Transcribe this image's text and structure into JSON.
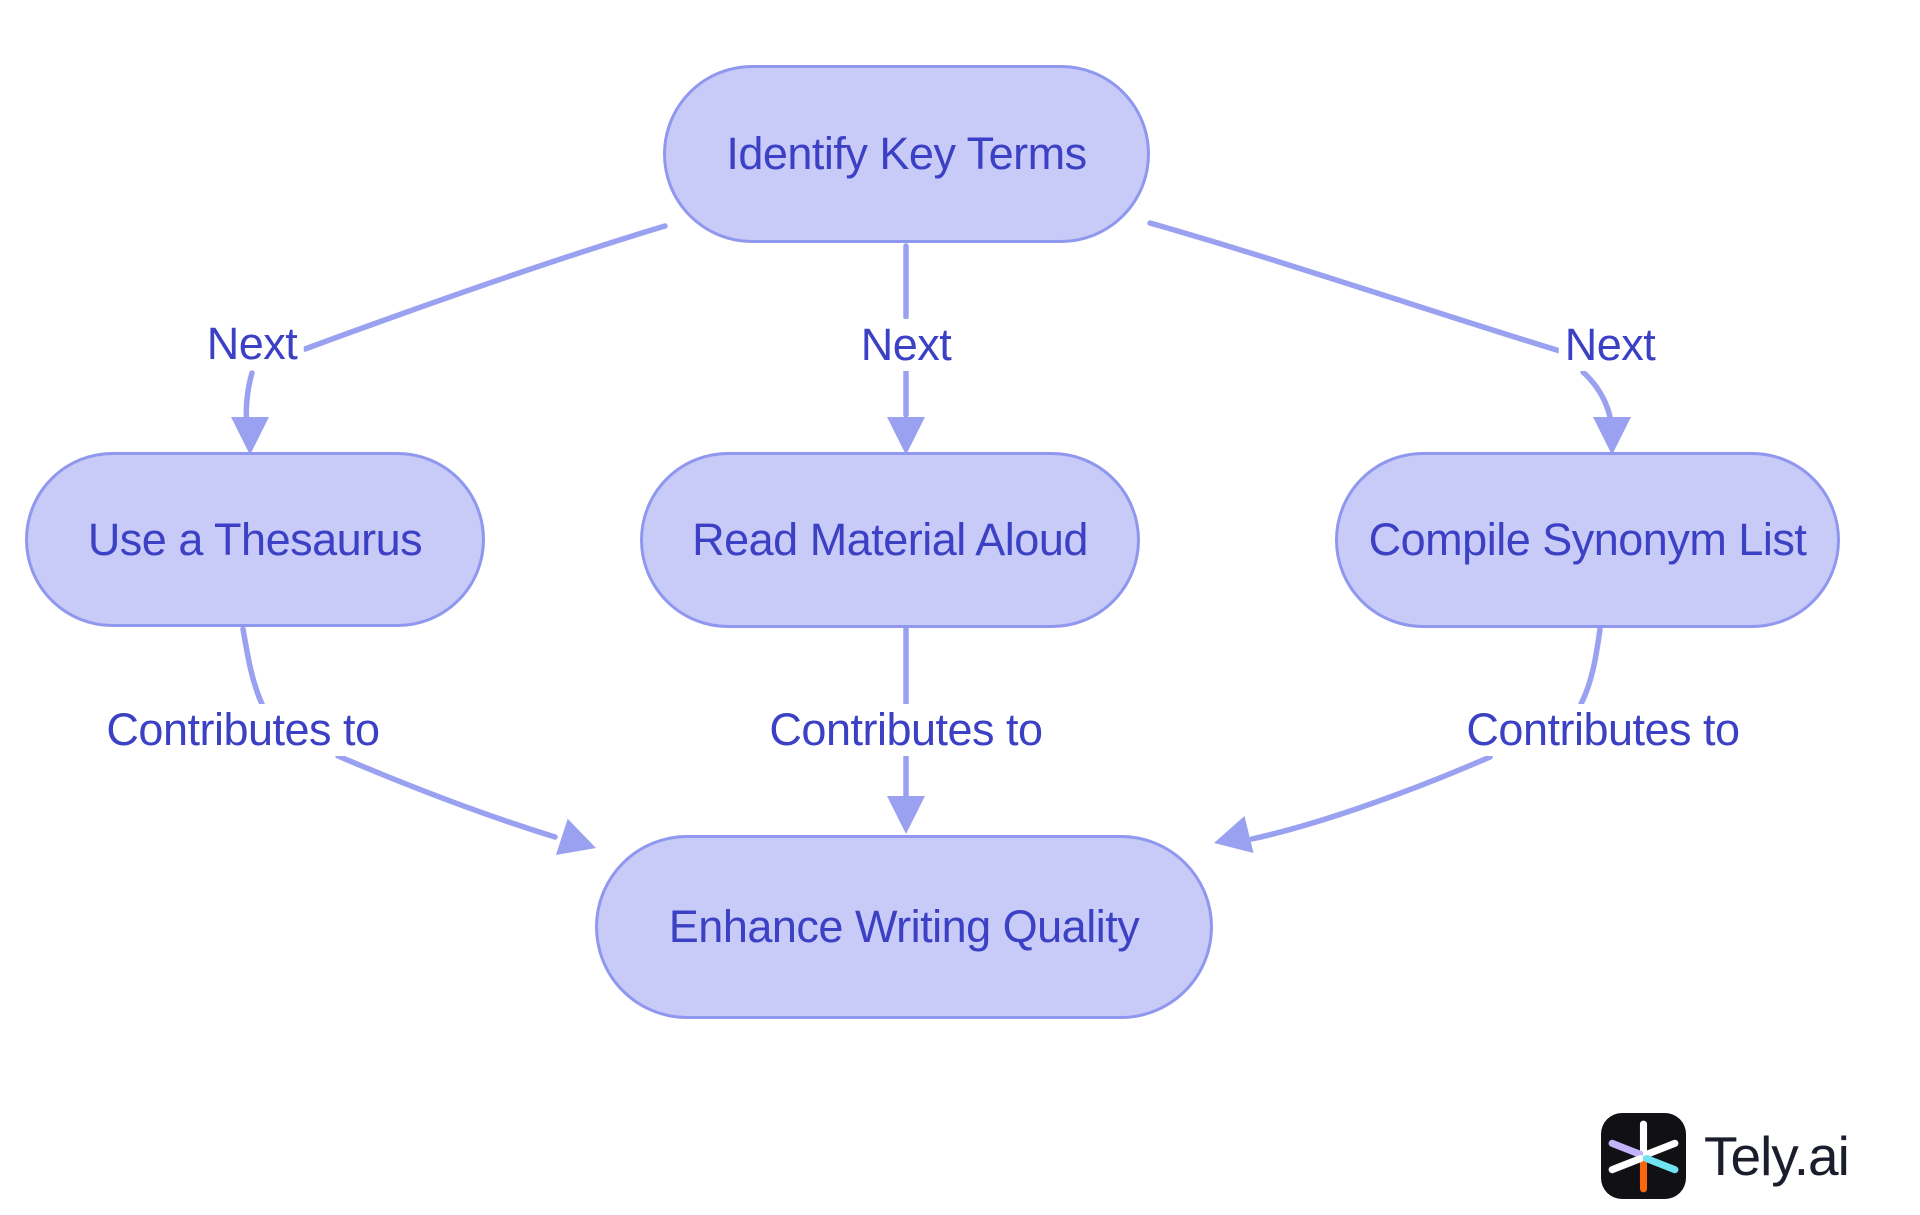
{
  "diagram": {
    "type": "flowchart",
    "background": "#ffffff",
    "colors": {
      "node_fill": "#c8caf7",
      "node_border": "#8f97ee",
      "edge_line": "#9aa1f0",
      "text": "#3b40c4"
    },
    "nodes": [
      {
        "id": "identify",
        "label": "Identify Key Terms"
      },
      {
        "id": "thesaurus",
        "label": "Use a Thesaurus"
      },
      {
        "id": "read",
        "label": "Read Material Aloud"
      },
      {
        "id": "compile",
        "label": "Compile Synonym List"
      },
      {
        "id": "enhance",
        "label": "Enhance Writing Quality"
      }
    ],
    "edges": [
      {
        "from": "identify",
        "to": "thesaurus",
        "label": "Next"
      },
      {
        "from": "identify",
        "to": "read",
        "label": "Next"
      },
      {
        "from": "identify",
        "to": "compile",
        "label": "Next"
      },
      {
        "from": "thesaurus",
        "to": "enhance",
        "label": "Contributes to"
      },
      {
        "from": "read",
        "to": "enhance",
        "label": "Contributes to"
      },
      {
        "from": "compile",
        "to": "enhance",
        "label": "Contributes to"
      }
    ]
  },
  "footer_logo": {
    "brand_text": "Tely.ai",
    "icon": "tely-asterisk-icon",
    "icon_colors": {
      "logo_background": "#111015",
      "logo_top": "#ffffff",
      "logo_bottom": "#f8680c",
      "logo_upper_left": "#c3b4fa",
      "logo_lower_left": "#ffffff",
      "logo_upper_right": "#ffffff",
      "logo_lower_right": "#6fe3f2"
    }
  }
}
